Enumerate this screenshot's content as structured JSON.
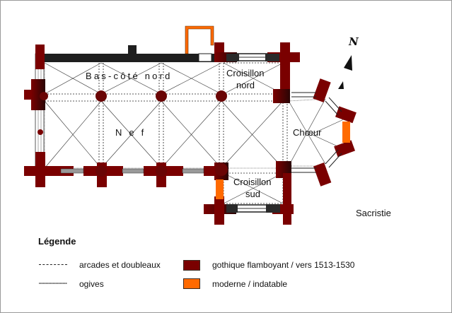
{
  "plan": {
    "room_labels": {
      "bas_cote_nord": "Bas-côté nord",
      "nef": "N e f",
      "croisillon_nord_1": "Croisillon",
      "croisillon_nord_2": "nord",
      "choeur": "Chœur",
      "croisillon_sud_1": "Croisillon",
      "croisillon_sud_2": "sud",
      "sacristie": "Sacristie"
    },
    "north_arrow": {
      "icon": "north-arrow-icon",
      "label": "N"
    }
  },
  "legend": {
    "title": "Légende",
    "items": [
      {
        "symbol": "dashed-line",
        "label": "arcades et doubleaux"
      },
      {
        "symbol": "fine-line",
        "label": "ogives"
      },
      {
        "symbol": "swatch",
        "color": "#7a0000",
        "label": "gothique flamboyant / vers 1513-1530"
      },
      {
        "symbol": "swatch",
        "color": "#ff6a00",
        "label": "moderne / indatable"
      }
    ]
  },
  "colors": {
    "gothic": "#7a0000",
    "modern": "#ff6a00",
    "wall_dark": "#1e1e1e"
  }
}
